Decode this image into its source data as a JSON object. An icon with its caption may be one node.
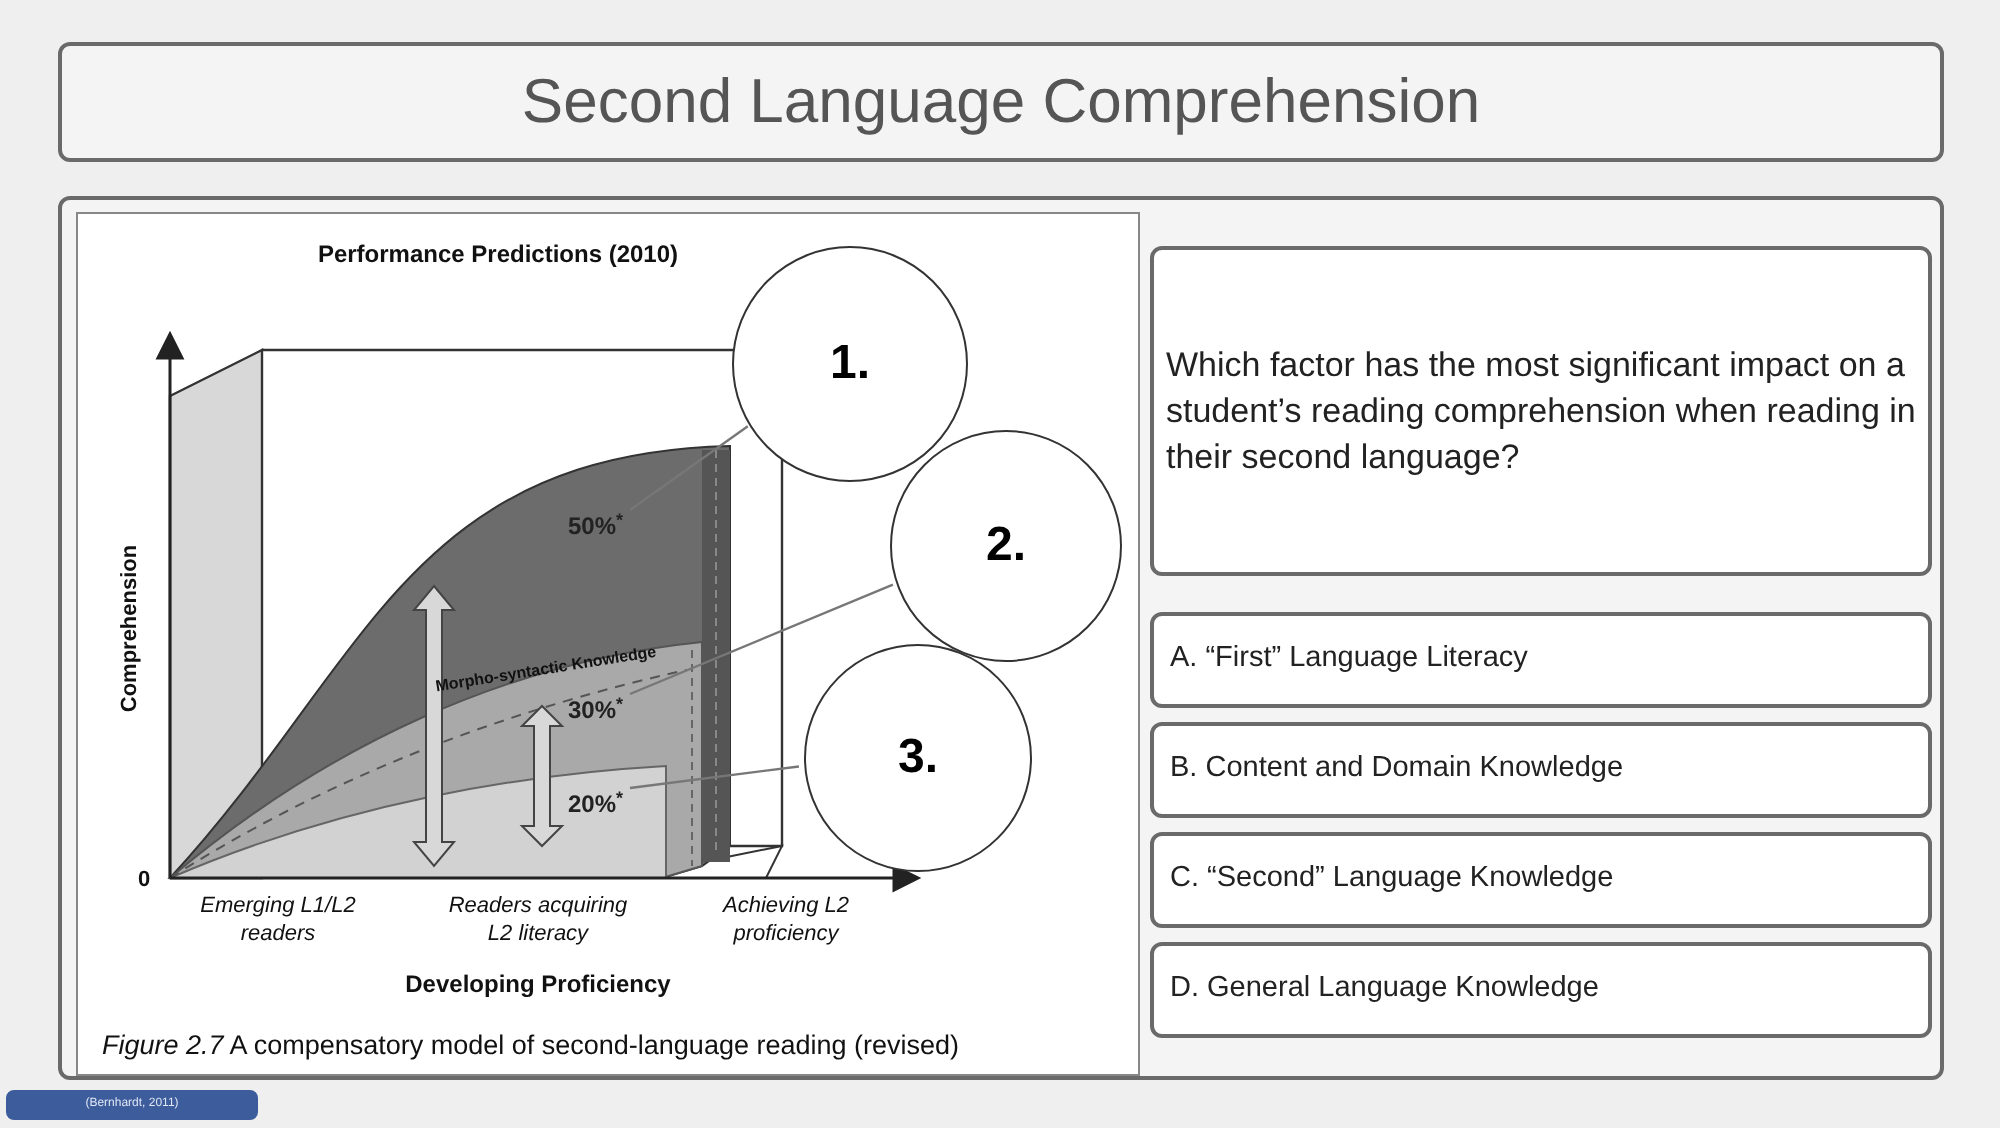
{
  "diagram": {
    "nodes": [
      {
        "text": [
          "Second Language Comprehension"
        ]
      },
      {
        "text": [],
        "shape": "box"
      },
      {
        "text": [
          "*Figure 2.7* A compensatory model of second-language reading (revised)"
        ],
        "in": 1
      },
      {
        "text": [
          "50%$^{*}$"
        ],
        "in": 2
      },
      {
        "text": [
          "30%$^{*}$"
        ],
        "in": 2
      },
      {
        "text": [
          "20%$^{*}$"
        ],
        "in": 2
      },
      {
        "text": [
          "1."
        ],
        "in": 2
      },
      {
        "text": [
          "2."
        ],
        "in": 2
      },
      {
        "text": [
          "3."
        ],
        "in": 2
      },
      {
        "text": [
          "Which factor has the most significant impact on a student’s reading comprehension when reading in their second language?"
        ],
        "in": 1
      },
      {
        "text": [
          "A. “First” Language Literacy"
        ],
        "in": 1
      },
      {
        "text": [
          "B. Content and Domain Knowledge"
        ],
        "in": 1
      },
      {
        "text": [
          "C. “Second” Language Knowledge"
        ],
        "in": 1
      },
      {
        "text": [
          "D. General Language Knowledge"
        ],
        "in": 1
      },
      {
        "text": [
          "(Bernhardt, 2011)"
        ]
      }
    ],
    "edges": [
      {
        "from": 3,
        "to": 6,
        "arrow": "none"
      },
      {
        "from": 4,
        "to": 7,
        "arrow": "none"
      },
      {
        "from": 5,
        "to": 8,
        "arrow": "none"
      }
    ],
    "labels": [
      "Performance Predictions (2010)",
      "Comprehension",
      "0",
      "Morpho-syntactic Knowledge",
      "Emerging L1/L2 readers",
      "Readers acquiring L2 literacy",
      "Achieving L2 proficiency",
      "Developing Proficiency"
    ]
  }
}
